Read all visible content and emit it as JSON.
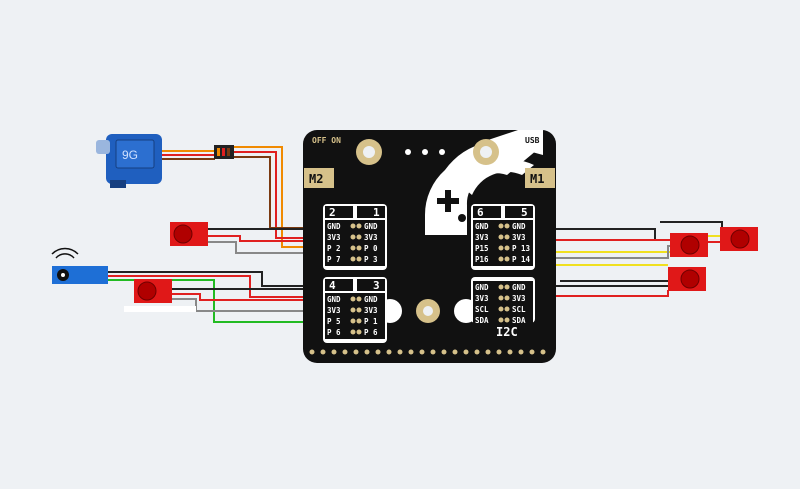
{
  "board": {
    "switch_label": "OFF ON",
    "usb_label": "USB",
    "motor_left": "M2",
    "motor_right": "M1",
    "i2c_label": "I2C",
    "ports": [
      {
        "num": "2",
        "num2": "1",
        "pins_left": [
          "GND",
          "3V3",
          "P 2",
          "P 7"
        ],
        "pins_right": [
          "GND",
          "3V3",
          "P 0",
          "P 3"
        ]
      },
      {
        "num": "4",
        "num2": "3",
        "pins_left": [
          "GND",
          "3V3",
          "P 5",
          "P 6"
        ],
        "pins_right": [
          "GND",
          "3V3",
          "P 1",
          "P 6"
        ]
      },
      {
        "num": "6",
        "num2": "5",
        "pins_left": [
          "GND",
          "3V3",
          "P15",
          "P16"
        ],
        "pins_right": [
          "GND",
          "3V3",
          "P 13",
          "P 14"
        ]
      },
      {
        "num": "",
        "num2": "",
        "pins_left": [
          "GND",
          "3V3",
          "SCL",
          "SDA"
        ],
        "pins_right": [
          "GND",
          "3V3",
          "SCL",
          "SDA"
        ]
      }
    ]
  },
  "servo": {
    "label": "9G"
  },
  "colors": {
    "board": "#111111",
    "wire_red": "#e02020",
    "wire_black": "#222222",
    "wire_yellow": "#f0e020",
    "wire_green": "#22bb22",
    "wire_gray": "#888888",
    "wire_orange": "#f08a00",
    "module_red": "#e01818",
    "ir_blue": "#1e6fd6",
    "servo_blue": "#1f5fbf"
  },
  "icons": {
    "gamepad": "gamepad-icon",
    "signal": "wifi-signal-icon"
  }
}
